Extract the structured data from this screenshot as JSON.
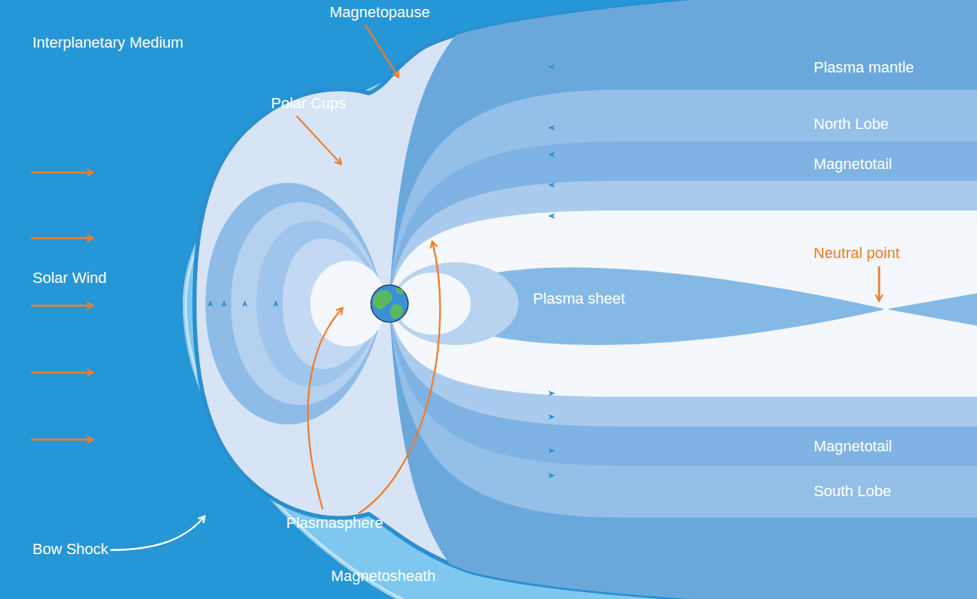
{
  "diagram": {
    "labels": [
      "Interplanetary Medium",
      "Magnetopause",
      "Polar Cups",
      "Plasma mantle",
      "North Lobe",
      "Magnetotail",
      "Neutral point",
      "Solar Wind",
      "Plasma sheet",
      "Magnetotail",
      "South Lobe",
      "Plasmasphere",
      "Bow Shock",
      "Magnetosheath"
    ]
  }
}
